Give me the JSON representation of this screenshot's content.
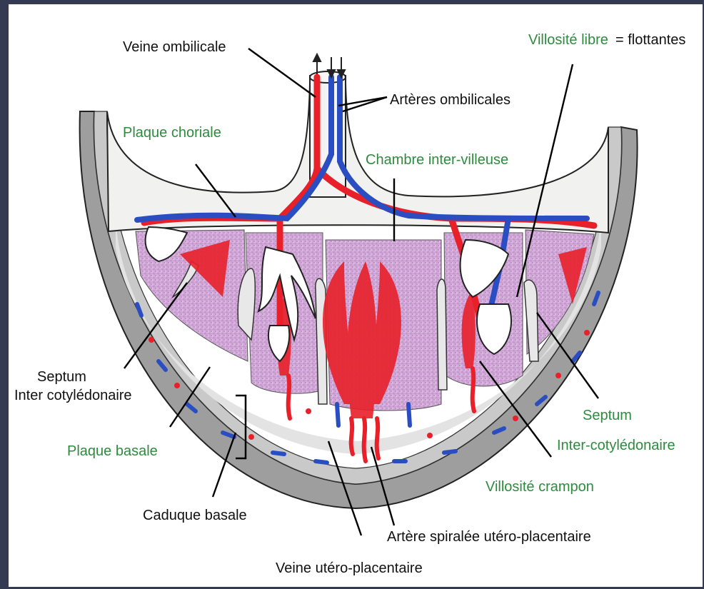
{
  "labels": {
    "veine_ombilicale": "Veine ombilicale",
    "villosite_libre": "Villosité libre",
    "flottantes": "= flottantes",
    "arteres_ombilicales": "Artères ombilicales",
    "plaque_choriale": "Plaque choriale",
    "chambre_inter_villeuse": "Chambre inter-villeuse",
    "septum_left_1": "Septum",
    "septum_left_2": "Inter cotylédonaire",
    "septum_right_1": "Septum",
    "septum_right_2": "Inter-cotylédonaire",
    "plaque_basale": "Plaque basale",
    "villosite_crampon": "Villosité crampon",
    "caduque_basale": "Caduque basale",
    "artere_spiralee": "Artère spiralée utéro-placentaire",
    "veine_utero": "Veine utéro-placentaire"
  },
  "colors": {
    "label_green": "#2e8b3e",
    "label_black": "#111111",
    "artery_red": "#e8202a",
    "vein_blue": "#2a4ec2",
    "decidua_gray": "#a8a8a8",
    "chamber_purple": "#cfa6d6",
    "background": "#333a52"
  }
}
